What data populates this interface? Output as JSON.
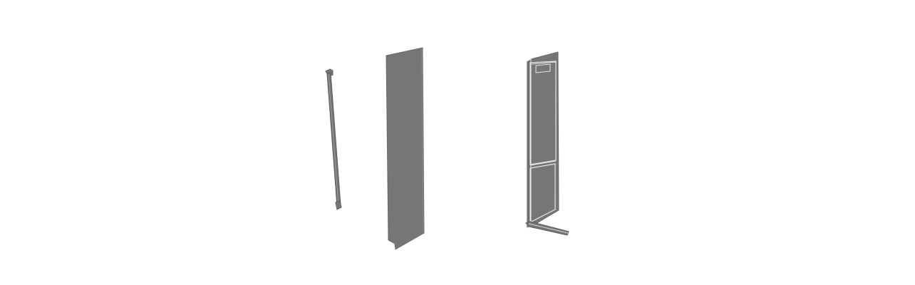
{
  "colors": {
    "background": "#ffffff",
    "panel_fill": "#767676",
    "panel_dark": "#5f5f5f",
    "panel_edge": "#9a9a9a",
    "line_light": "#e6e6e6"
  },
  "parts": [
    {
      "name": "door-handle-part",
      "icon": "handle"
    },
    {
      "name": "door-panel-part",
      "icon": "panel"
    },
    {
      "name": "refrigerator-body-part",
      "icon": "fridge"
    }
  ]
}
